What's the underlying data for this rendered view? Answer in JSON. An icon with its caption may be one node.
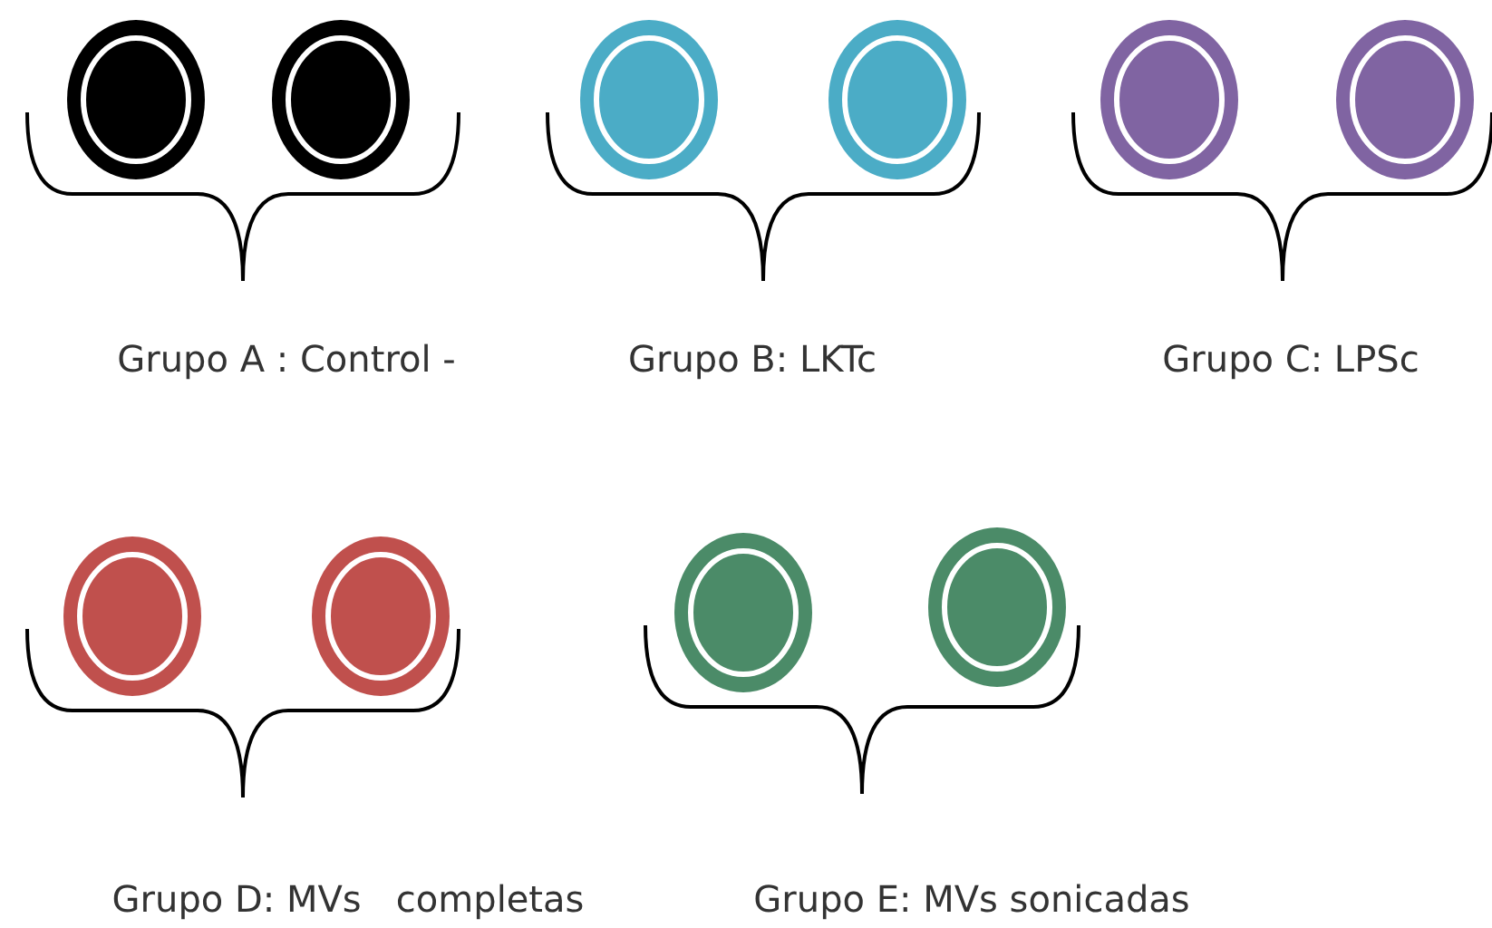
{
  "diagram": {
    "labels": [
      "Grupo A : Control -",
      "Grupo B: LKTc",
      "Grupo C: LPSc",
      "Grupo D: MVs   completas",
      "Grupo E: MVs sonicadas"
    ]
  }
}
